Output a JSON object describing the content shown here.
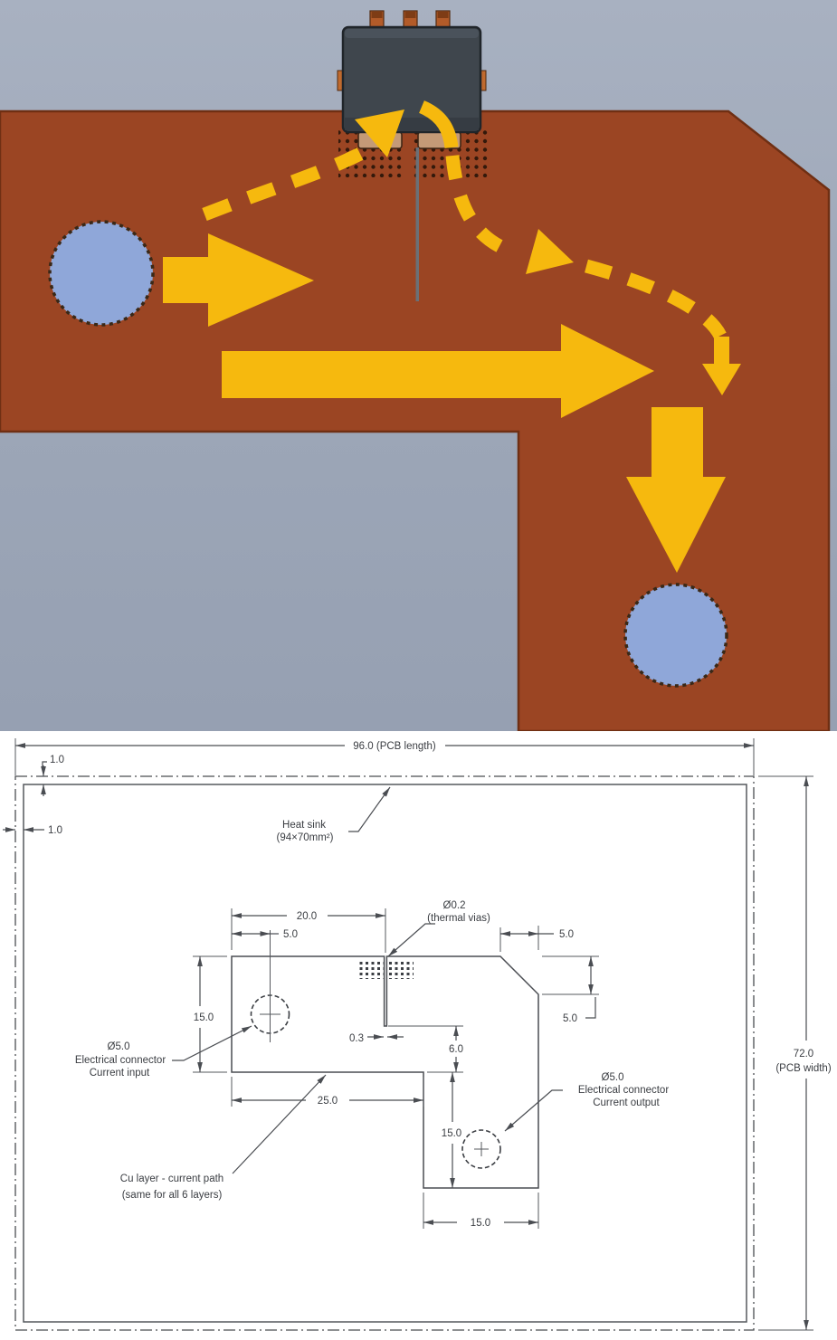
{
  "render": {
    "icons": {
      "input_connector": "current-input-hole",
      "output_connector": "current-output-hole",
      "component": "power-mosfet-package",
      "thermal_vias": "thermal-via-array",
      "solid_arrows": "copper-current-path-arrows",
      "dashed_arrows": "component-current-path-arrows"
    },
    "colors": {
      "substrate_top": "#A8B1C1",
      "substrate_bottom": "#96A0B2",
      "copper": "#9B4523",
      "copper_edge": "#6F2F13",
      "arrow_yellow": "#F6B90E",
      "connector_blue": "#8FA7D9",
      "connector_ring": "#3A2817",
      "component_body": "#3F464D",
      "component_edge": "#20252A",
      "lead_copper": "#B25B29",
      "pad_tan": "#C49A77",
      "via_dot": "#33190B",
      "slot_gray": "#6B7076"
    }
  },
  "drawing": {
    "colors": {
      "line": "#4A4D52",
      "text": "#3A3D42",
      "background": "#FFFFFF"
    },
    "labels": {
      "pcb_length": "96.0 (PCB length)",
      "pcb_width_value": "72.0",
      "pcb_width_caption": "(PCB width)",
      "margin_top": "1.0",
      "margin_left": "1.0",
      "heat_sink_line1": "Heat sink",
      "heat_sink_line2": "(94×70mm²)",
      "dim_20": "20.0",
      "dim_5_input": "5.0",
      "via_dia_line1": "Ø0.2",
      "via_dia_line2": "(thermal vias)",
      "dim_5_chamfer_h": "5.0",
      "dim_5_chamfer_v": "5.0",
      "dim_15_left": "15.0",
      "dim_0_3": "0.3",
      "dim_6": "6.0",
      "dim_25": "25.0",
      "dim_15_strip": "15.0",
      "dim_15_bottom": "15.0",
      "input_label_line1": "Ø5.0",
      "input_label_line2": "Electrical connector",
      "input_label_line3": "Current input",
      "output_label_line1": "Ø5.0",
      "output_label_line2": "Electrical connector",
      "output_label_line3": "Current output",
      "cu_label_line1": "Cu layer - current path",
      "cu_label_line2": "(same for all 6 layers)"
    }
  }
}
